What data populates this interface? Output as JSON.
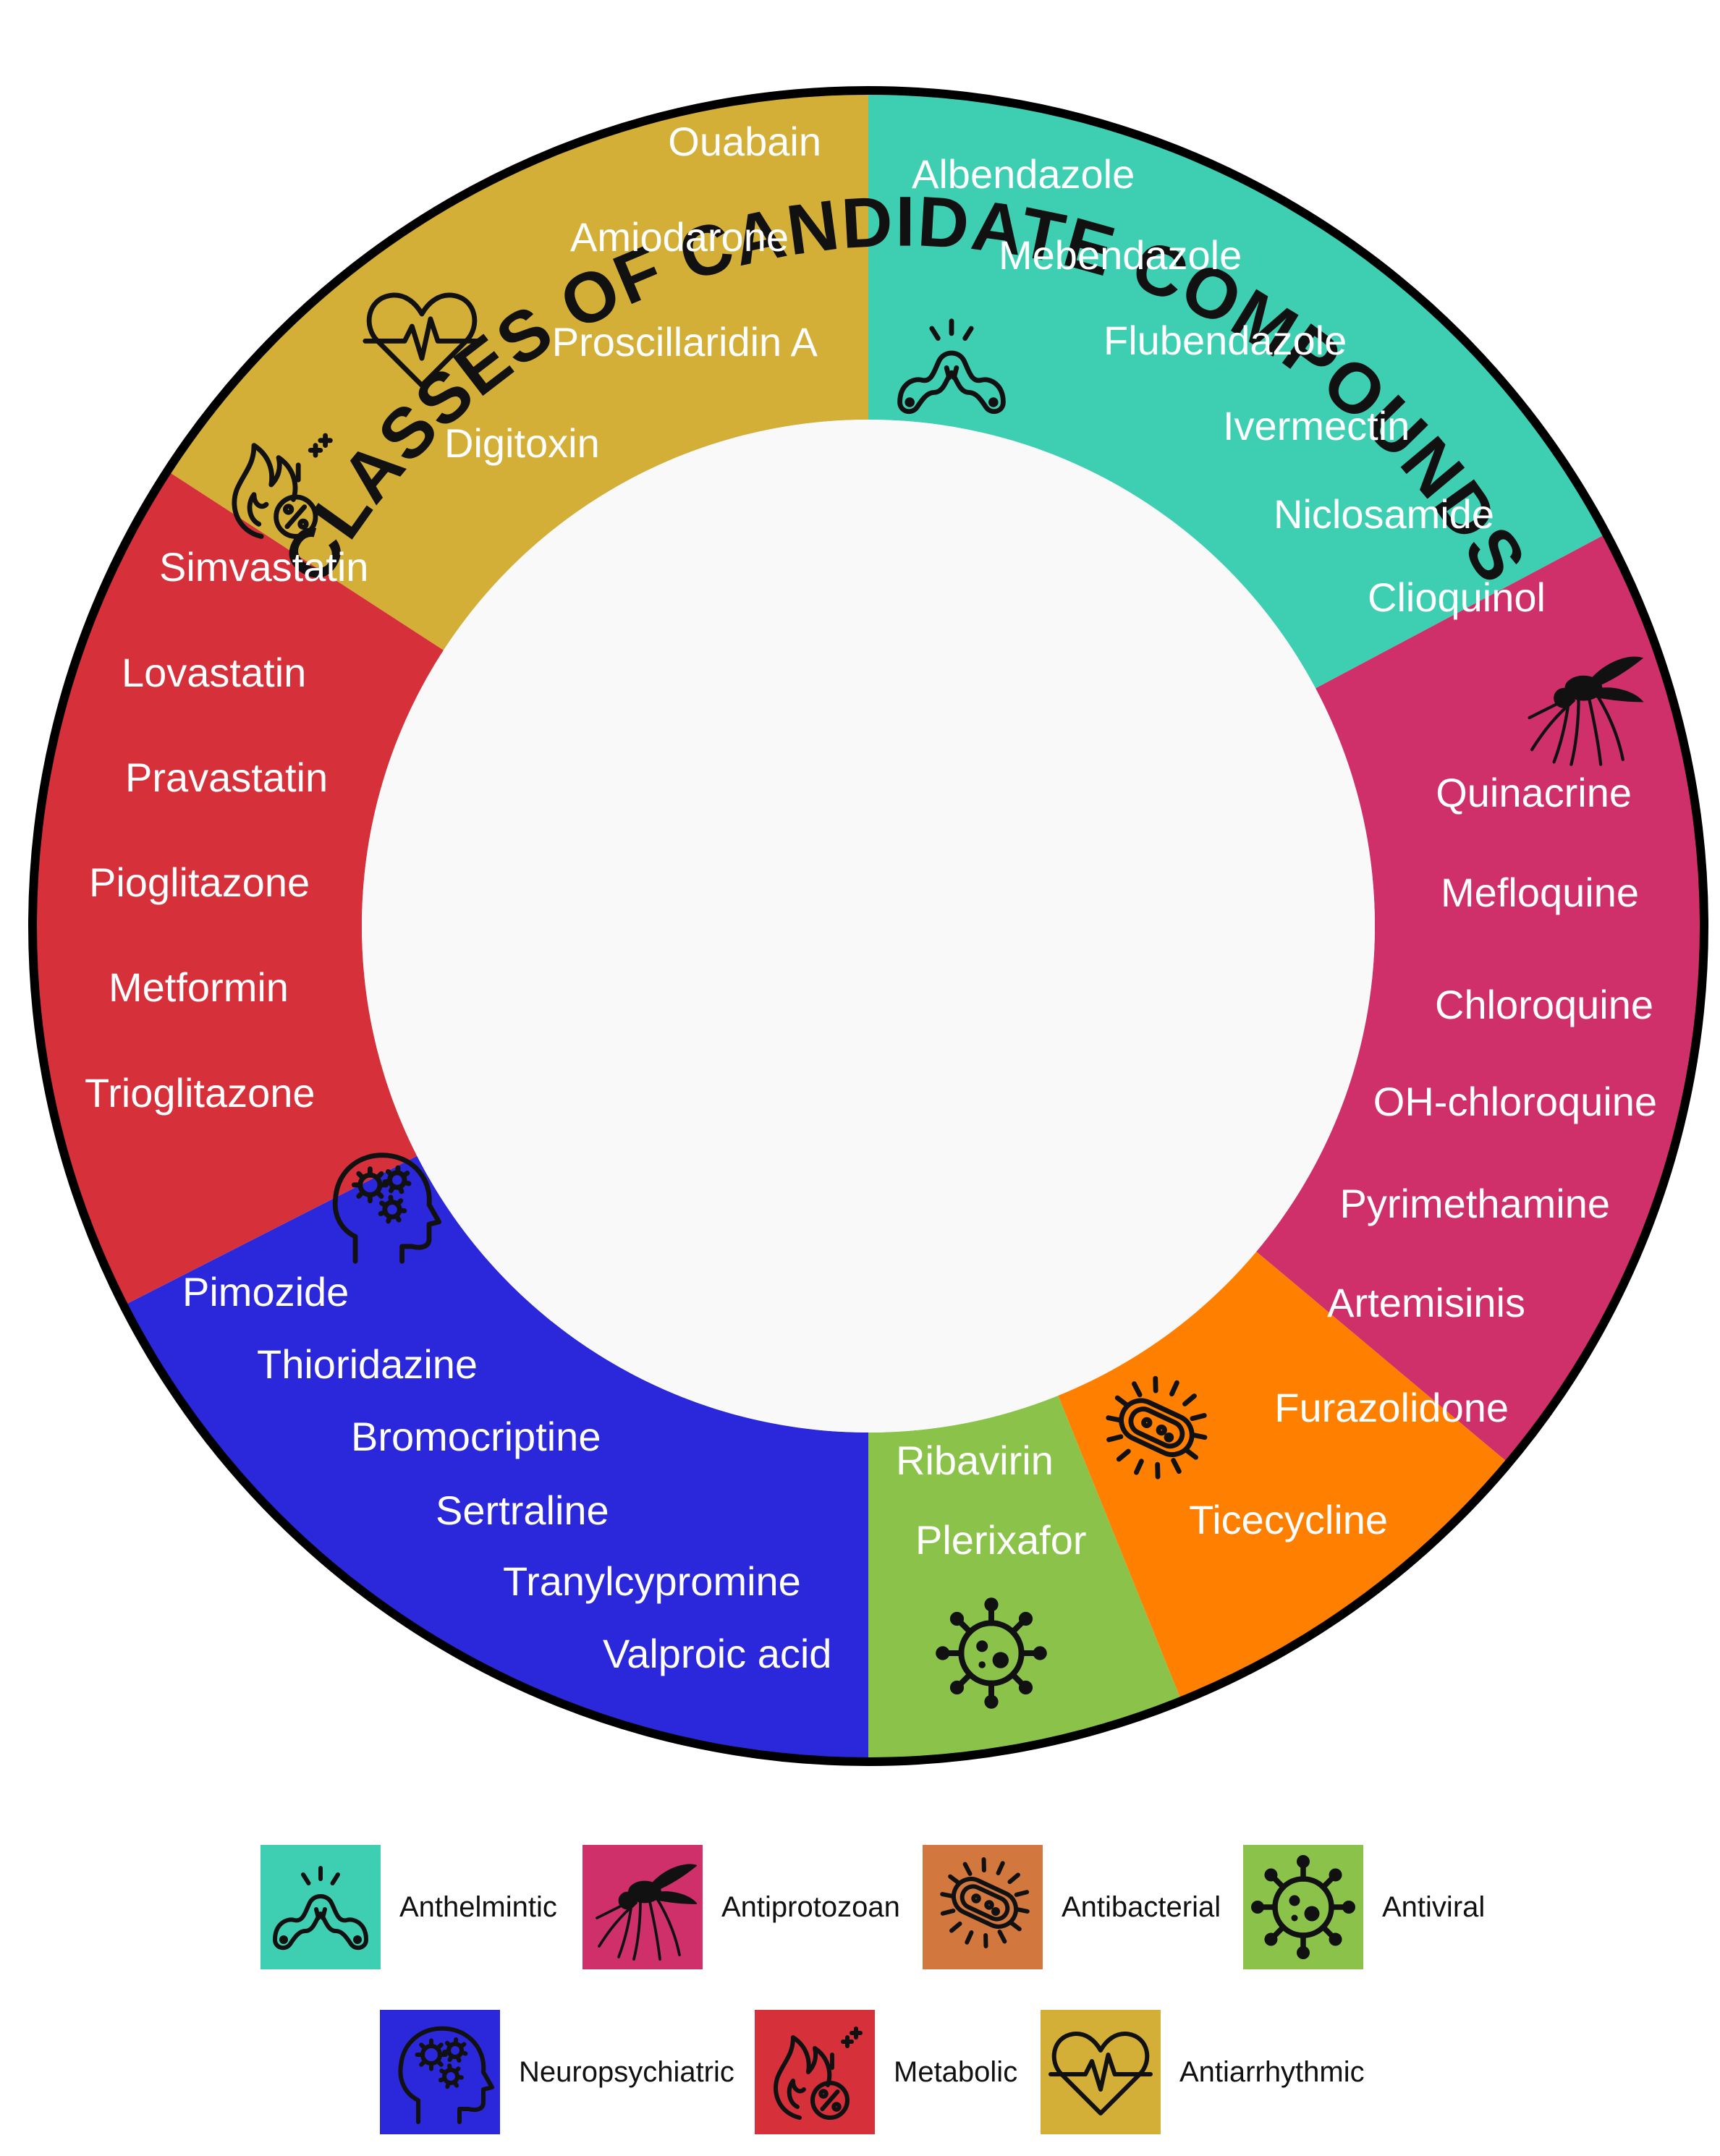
{
  "title": "CLASSES OF CANDIDATE COMPOUNDS",
  "classes": [
    {
      "id": "antiarrhythmic",
      "name": "Antiarrhythmic",
      "color": "#D4AF37",
      "icon": "heart-pulse-icon",
      "compounds": [
        "Ouabain",
        "Amiodarone",
        "Proscillaridin A",
        "Digitoxin"
      ]
    },
    {
      "id": "anthelmintic",
      "name": "Anthelmintic",
      "color": "#3ECFB3",
      "icon": "worm-icon",
      "compounds": [
        "Albendazole",
        "Mebendazole",
        "Flubendazole",
        "Ivermectin",
        "Niclosamide",
        "Clioquinol"
      ]
    },
    {
      "id": "antiprotozoan",
      "name": "Antiprotozoan",
      "color": "#D0306A",
      "icon": "mosquito-icon",
      "compounds": [
        "Quinacrine",
        "Mefloquine",
        "Chloroquine",
        "OH-chloroquine",
        "Pyrimethamine",
        "Artemisinis"
      ]
    },
    {
      "id": "antibacterial",
      "name": "Antibacterial",
      "color": "#FF7F00",
      "legend_color": "#D2773E",
      "icon": "bacterium-icon",
      "compounds": [
        "Furazolidone",
        "Ticecycline"
      ]
    },
    {
      "id": "antiviral",
      "name": "Antiviral",
      "color": "#8BC34A",
      "icon": "virus-icon",
      "compounds": [
        "Ribavirin",
        "Plerixafor"
      ]
    },
    {
      "id": "neuropsychiatric",
      "name": "Neuropsychiatric",
      "color": "#2B27DB",
      "icon": "head-gears-icon",
      "compounds": [
        "Pimozide",
        "Thioridazine",
        "Bromocriptine",
        "Sertraline",
        "Tranylcypromine",
        "Valproic acid"
      ]
    },
    {
      "id": "metabolic",
      "name": "Metabolic",
      "color": "#D6303A",
      "icon": "flame-percent-icon",
      "compounds": [
        "Simvastatin",
        "Lovastatin",
        "Pravastatin",
        "Pioglitazone",
        "Metformin",
        "Trioglitazone"
      ]
    }
  ],
  "legend_rows": [
    [
      "anthelmintic",
      "antiprotozoan",
      "antibacterial",
      "antiviral"
    ],
    [
      "neuropsychiatric",
      "metabolic",
      "antiarrhythmic"
    ]
  ]
}
